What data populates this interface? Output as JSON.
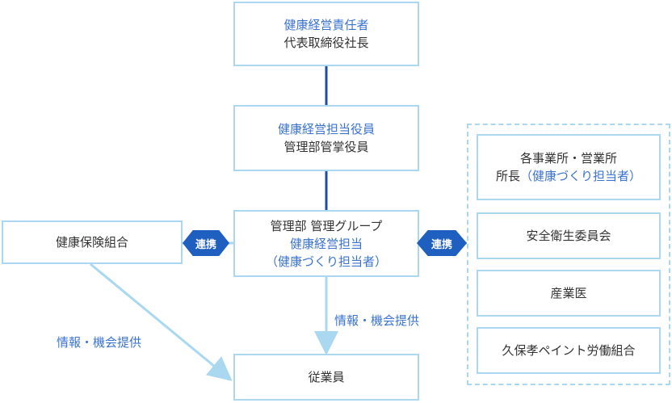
{
  "top_box": {
    "line1": "健康経営責任者",
    "line2": "代表取締役社長"
  },
  "second_box": {
    "line1": "健康経営担当役員",
    "line2": "管理部管掌役員"
  },
  "center_box": {
    "line1": "管理部 管理グループ",
    "line2": "健康経営担当",
    "line3": "（健康づくり担当者）"
  },
  "left_box": {
    "label": "健康保険組合"
  },
  "employee_box": {
    "label": "従業員"
  },
  "badges": {
    "left": "連携",
    "right": "連携"
  },
  "flow_labels": {
    "left": "情報・機会提供",
    "center": "情報・機会提供"
  },
  "right_group": [
    {
      "line1": "各事業所・営業所",
      "line2_dark": "所長",
      "line2_blue": "（健康づくり担当者）"
    },
    {
      "line1": "安全衛生委員会"
    },
    {
      "line1": "産業医"
    },
    {
      "line1": "久保孝ペイント労働組合"
    }
  ],
  "colors": {
    "box_border": "#a9d8f0",
    "accent_blue": "#3b73d0",
    "badge": "#1f5fbf",
    "connector_dark": "#1e4f9c",
    "arrow": "#a9d8f0"
  }
}
